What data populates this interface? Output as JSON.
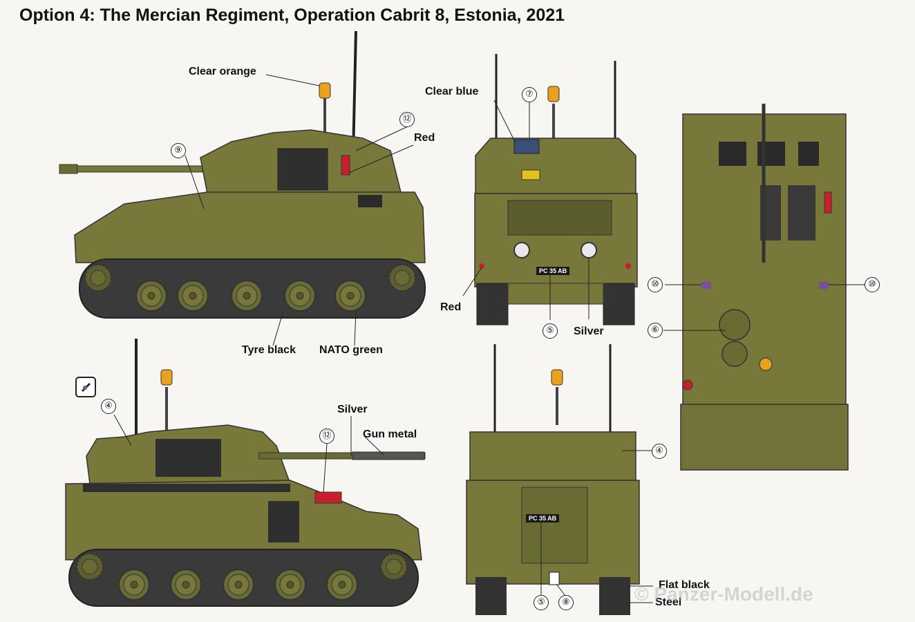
{
  "title": "Option 4: The Mercian Regiment, Operation Cabrit 8, Estonia, 2021",
  "colors": {
    "nato_green": "#77783a",
    "nato_green_dark": "#5c5d2c",
    "tyre_black": "#2a2a2a",
    "clear_orange": "#e8a21c",
    "red": "#c8202a",
    "clear_blue": "#3c4f7a"
  },
  "labels": {
    "clear_orange": "Clear orange",
    "clear_blue": "Clear blue",
    "red_top": "Red",
    "red_front": "Red",
    "tyre_black": "Tyre black",
    "nato_green": "NATO green",
    "silver_front": "Silver",
    "silver_side": "Silver",
    "gun_metal": "Gun metal",
    "flat_black": "Flat black",
    "steel": "Steel"
  },
  "plates": {
    "front": "PC 35 AB",
    "rear": "PC 35 AB"
  },
  "callouts": {
    "n9": "⑨",
    "n12a": "⑫",
    "n7": "⑦",
    "n5a": "⑤",
    "n10a": "⑩",
    "n10b": "⑩",
    "n6": "⑥",
    "n4a": "④",
    "n12b": "⑫",
    "n4b": "④",
    "n5b": "⑤",
    "n8": "⑧"
  },
  "watermark": "© Panzer-Modell.de",
  "icons": {
    "wheel_marker": "wrench-icon"
  }
}
